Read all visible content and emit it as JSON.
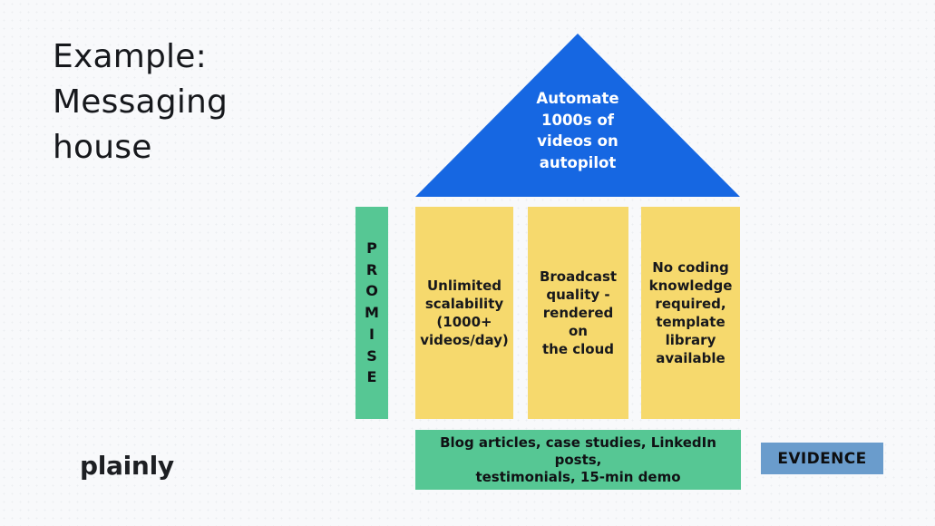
{
  "page": {
    "background_color": "#f8f9fb"
  },
  "title": {
    "lines": [
      "Example:",
      "Messaging",
      "house"
    ]
  },
  "logo": {
    "text": "plainly"
  },
  "diagram": {
    "roof": {
      "color": "#1667e2",
      "text_color": "#ffffff",
      "lines": [
        "Automate",
        "1000s of",
        "videos on",
        "autopilot"
      ]
    },
    "promise_bar": {
      "label": "PROMISE",
      "letters": [
        "P",
        "R",
        "O",
        "M",
        "I",
        "S",
        "E"
      ],
      "color": "#56c794"
    },
    "pillars": {
      "color": "#f6d96d",
      "items": [
        {
          "lines": [
            "Unlimited",
            "scalability",
            "(1000+",
            "videos/day)"
          ]
        },
        {
          "lines": [
            "Broadcast",
            "quality -",
            "rendered on",
            "the cloud"
          ]
        },
        {
          "lines": [
            "No coding",
            "knowledge",
            "required,",
            "template",
            "library",
            "available"
          ]
        }
      ]
    },
    "foundation": {
      "color": "#56c794",
      "lines": [
        "Blog articles, case studies, LinkedIn posts,",
        "testimonials, 15-min demo"
      ]
    },
    "evidence": {
      "label": "EVIDENCE",
      "color": "#6a9ccc"
    }
  }
}
